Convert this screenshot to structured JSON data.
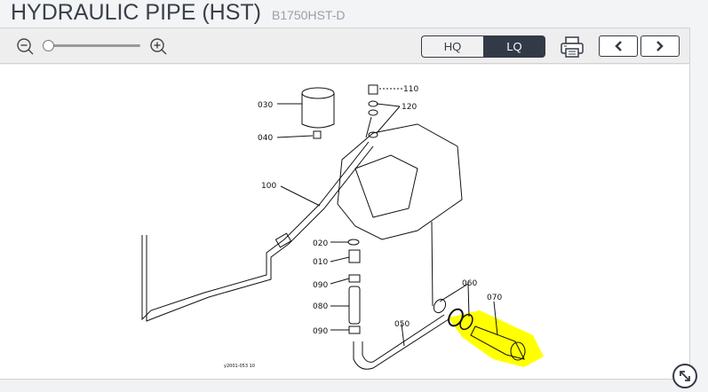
{
  "header": {
    "title": "HYDRAULIC PIPE (HST)",
    "model": "B1750HST-D"
  },
  "toolbar": {
    "zoom_out_icon": "zoom-out-icon",
    "zoom_in_icon": "zoom-in-icon",
    "zoom_level": 0,
    "quality_hq": "HQ",
    "quality_lq": "LQ",
    "selected_quality": "LQ",
    "print_icon": "printer-icon",
    "prev_icon": "chevron-left-icon",
    "next_icon": "chevron-right-icon"
  },
  "diagram": {
    "labels": {
      "p030": "030",
      "p040": "040",
      "p110": "110",
      "p120": "120",
      "p100": "100",
      "p020": "020",
      "p010": "010",
      "p090a": "090",
      "p080": "080",
      "p090b": "090",
      "p050": "050",
      "p060": "060",
      "p070": "070"
    },
    "code": "y2001-053 10",
    "highlight_color": "#ffff00",
    "highlighted_part": "070"
  },
  "expand_icon": "expand-icon"
}
